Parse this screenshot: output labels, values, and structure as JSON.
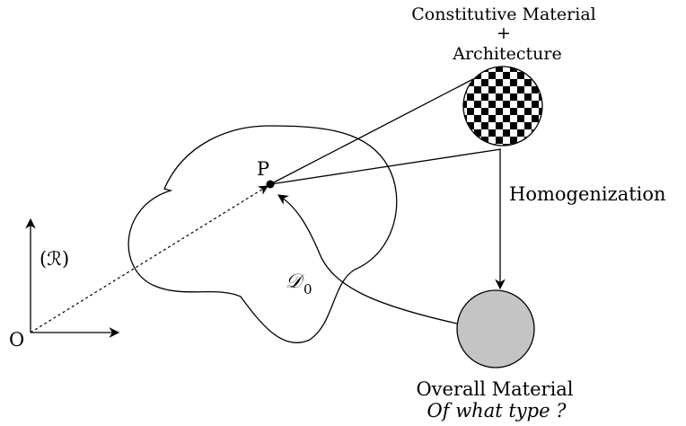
{
  "labels": {
    "constitutive_line1": "Constitutive Material",
    "constitutive_plus": "+",
    "constitutive_line2": "Architecture",
    "point": "P",
    "homogenization": "Homogenization",
    "frame": "(ℛ)",
    "origin": "O",
    "domain_main": "𝒟",
    "domain_sub": "0",
    "overall_line1": "Overall Material",
    "overall_line2": "Of what type ?"
  },
  "colors": {
    "stroke": "#000000",
    "overall_fill": "#c4c4c4",
    "checker_dark": "#000000",
    "checker_light": "#ffffff"
  }
}
